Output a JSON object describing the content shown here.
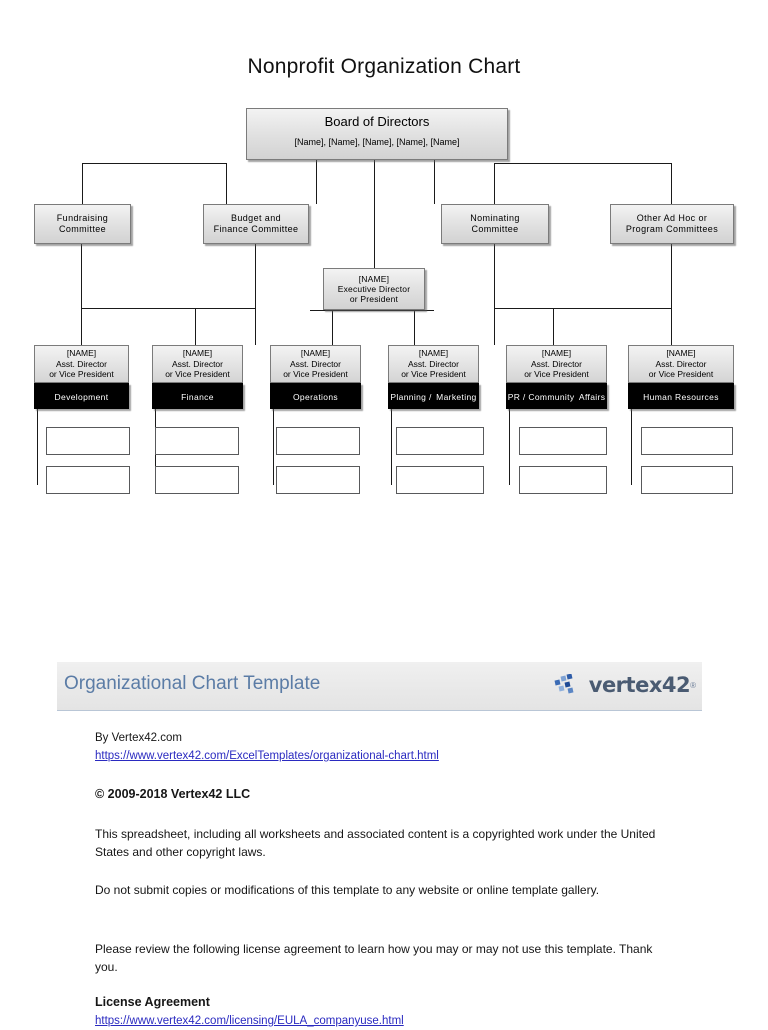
{
  "chart": {
    "title": "Nonprofit Organization Chart",
    "board": {
      "title": "Board of Directors",
      "members": "[Name], [Name], [Name], [Name], [Name]"
    },
    "committees": [
      {
        "line1": "Fundraising",
        "line2": "Committee"
      },
      {
        "line1": "Budget and",
        "line2": "Finance Committee"
      },
      {
        "line1": "Nominating",
        "line2": "Committee"
      },
      {
        "line1": "Other Ad Hoc or",
        "line2": "Program Committees"
      }
    ],
    "executive": {
      "name": "[NAME]",
      "line1": "Executive Director",
      "line2": "or President"
    },
    "departments": [
      {
        "name": "[NAME]",
        "title1": "Asst. Director",
        "title2": "or Vice President",
        "dept1": "Development",
        "dept2": ""
      },
      {
        "name": "[NAME]",
        "title1": "Asst. Director",
        "title2": "or Vice President",
        "dept1": "Finance",
        "dept2": ""
      },
      {
        "name": "[NAME]",
        "title1": "Asst. Director",
        "title2": "or Vice President",
        "dept1": "Operations",
        "dept2": ""
      },
      {
        "name": "[NAME]",
        "title1": "Asst. Director",
        "title2": "or Vice President",
        "dept1": "Planning /",
        "dept2": "Marketing"
      },
      {
        "name": "[NAME]",
        "title1": "Asst. Director",
        "title2": "or Vice President",
        "dept1": "PR / Community",
        "dept2": "Affairs"
      },
      {
        "name": "[NAME]",
        "title1": "Asst. Director",
        "title2": "or Vice President",
        "dept1": "Human Resources",
        "dept2": ""
      }
    ],
    "empty_box_label": ""
  },
  "footer": {
    "bar_title": "Organizational Chart Template",
    "logo_text": "vertex42",
    "logo_reg": "®",
    "by_line": "By Vertex42.com",
    "template_url": "https://www.vertex42.com/ExcelTemplates/organizational-chart.html",
    "copyright": "© 2009-2018 Vertex42 LLC",
    "paragraph1": "This spreadsheet, including all worksheets and associated content is a copyrighted work under the United States and other copyright laws.",
    "paragraph2": "Do not submit copies or modifications of this template to any website or online template gallery.",
    "paragraph3": "Please review the following license agreement to learn how you may or may not use this template. Thank you.",
    "license_heading": "License Agreement",
    "license_url": "https://www.vertex42.com/licensing/EULA_companyuse.html"
  },
  "colors": {
    "box_border": "#7b7b7b",
    "box_fill": "#e2e2e2",
    "dept_band": "#000000",
    "link": "#2a2ac0",
    "footer_title": "#5b7ca6",
    "line": "#1a1a1a"
  }
}
